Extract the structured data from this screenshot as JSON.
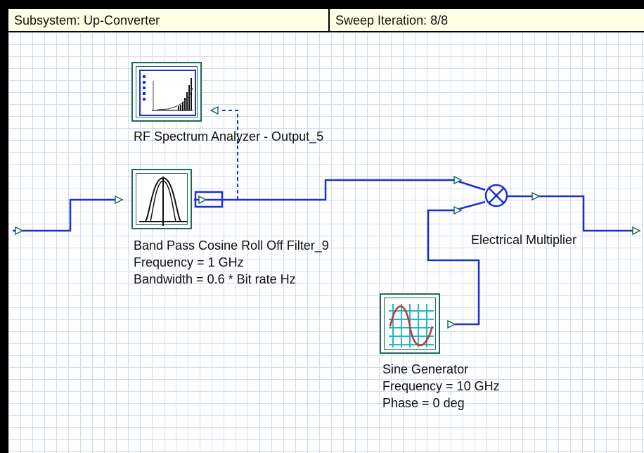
{
  "header": {
    "subsystem": "Subsystem: Up-Converter",
    "sweep": "Sweep Iteration: 8/8"
  },
  "components": {
    "spectrum_analyzer": {
      "icon": "spectrum-analyzer-icon",
      "name": "RF Spectrum Analyzer - Output_5"
    },
    "filter": {
      "icon": "bandpass-filter-icon",
      "name": "Band Pass Cosine Roll Off Filter_9",
      "param1": "Frequency = 1  GHz",
      "param2": "Bandwidth = 0.6 * Bit rate  Hz"
    },
    "multiplier": {
      "icon": "multiplier-icon",
      "name": "Electrical Multiplier"
    },
    "sine_generator": {
      "icon": "sine-wave-icon",
      "name": "Sine Generator",
      "param1": "Frequency = 10  GHz",
      "param2": "Phase = 0  deg"
    }
  },
  "colors": {
    "wire": "#1a2fd6",
    "block_border": "#1c6b57",
    "port": "#1c6b57",
    "grid": "#cfdcf1",
    "header_bg": "#ffffe6",
    "sine": "#c0392b"
  }
}
